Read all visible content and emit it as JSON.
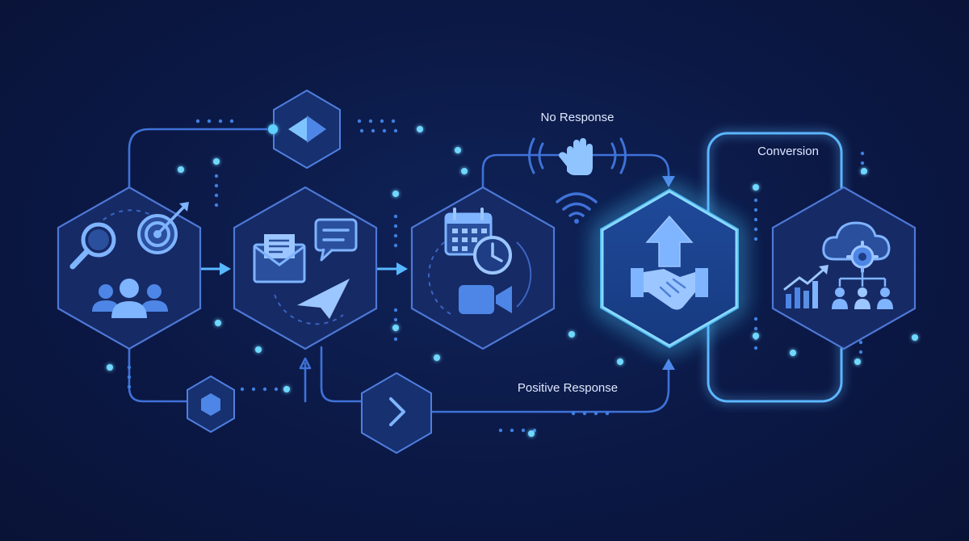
{
  "labels": {
    "no_response": "No Response",
    "conversion": "Conversion",
    "positive_response": "Positive Response"
  },
  "stages": [
    {
      "id": "prospecting",
      "icons": [
        "magnifier-icon",
        "target-icon",
        "users-icon"
      ]
    },
    {
      "id": "outreach",
      "icons": [
        "envelope-icon",
        "chat-bubble-icon",
        "paper-plane-icon"
      ]
    },
    {
      "id": "meeting",
      "icons": [
        "calendar-icon",
        "clock-icon",
        "video-camera-icon"
      ]
    },
    {
      "id": "deal",
      "icons": [
        "handshake-icon",
        "up-arrow-icon"
      ],
      "highlighted": true
    },
    {
      "id": "growth",
      "icons": [
        "cloud-gear-icon",
        "growth-chart-icon",
        "org-tree-icon"
      ]
    }
  ],
  "colors": {
    "background": "#0a1640",
    "node_fill": "#162a66",
    "wire": "#3f72d8",
    "accent_glow": "#5fd0ff",
    "highlight_stroke": "#8ad8ff"
  }
}
